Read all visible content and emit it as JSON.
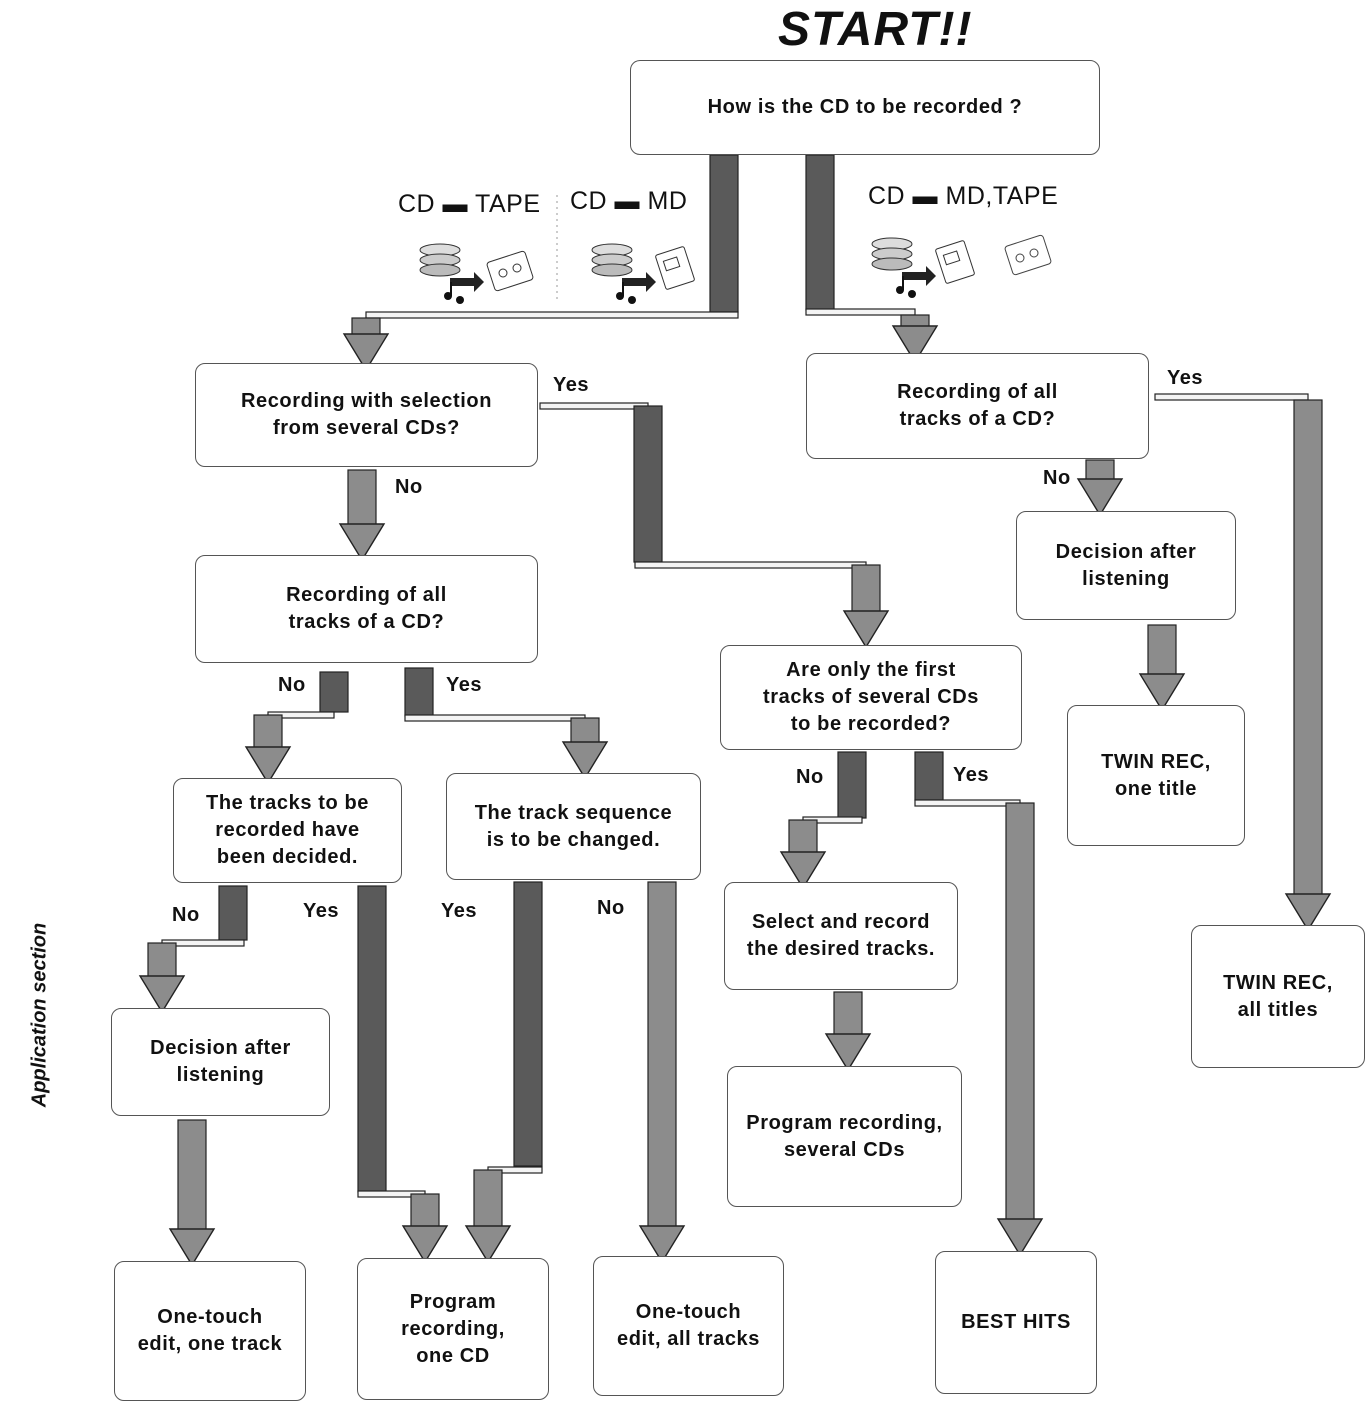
{
  "title": "START!!",
  "side_label": "Application section",
  "routes": {
    "cd_tape": "CD ▬ TAPE",
    "cd_md": "CD ▬ MD",
    "cd_md_tape": "CD ▬ MD,TAPE"
  },
  "boxes": {
    "start_q": "How is the CD to be recorded ?",
    "sel_q": "Recording with selection\nfrom several CDs?",
    "all_left_q": "Recording of all\ntracks of a CD?",
    "all_right_q": "Recording of all\ntracks of a CD?",
    "first_q": "Are only the first\ntracks of several CDs\nto be recorded?",
    "decided": "The tracks to be\nrecorded have\nbeen decided.",
    "sequence": "The track sequence\nis to be changed.",
    "select_rec": "Select and record\nthe desired tracks.",
    "dec_left": "Decision after\nlistening",
    "dec_right": "Decision after\nlistening",
    "twin_one": "TWIN REC,\none title",
    "twin_all": "TWIN REC,\nall titles",
    "prog_several": "Program recording,\nseveral CDs",
    "ot_one": "One-touch\nedit, one track",
    "prog_one": "Program\nrecording,\none CD",
    "ot_all": "One-touch\nedit, all tracks",
    "best": "BEST HITS"
  },
  "labels": {
    "yes_sel": "Yes",
    "no_sel": "No",
    "yes_right": "Yes",
    "no_right": "No",
    "no_all": "No",
    "yes_all": "Yes",
    "no_first": "No",
    "yes_first": "Yes",
    "no_decided": "No",
    "yes_decided": "Yes",
    "yes_seq": "Yes",
    "no_seq": "No"
  },
  "colors": {
    "arrow_fill": "#8c8c8c",
    "arrow_outline": "#222222",
    "box_border": "#555555"
  }
}
